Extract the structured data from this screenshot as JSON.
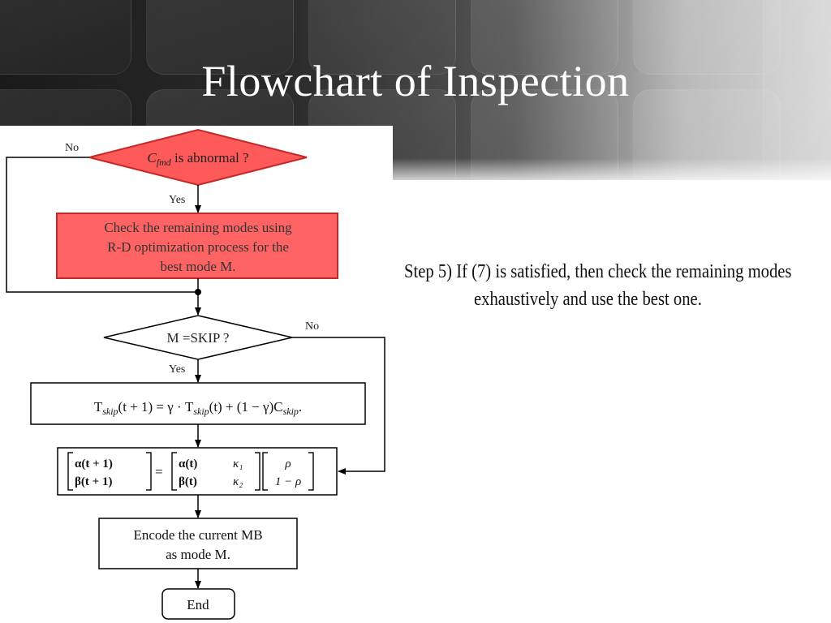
{
  "slide": {
    "title": "Flowchart of Inspection",
    "step_line1": "Step   5) If (7) is satisfied, then check the remaining modes",
    "step_line2": "exhaustively and use the best one."
  },
  "flowchart": {
    "decision1": {
      "var": "C",
      "sub": "fmd",
      "rest": " is abnormal ?"
    },
    "decision1_no": "No",
    "decision1_yes": "Yes",
    "process1": [
      "Check the remaining modes using",
      "R-D optimization process for the",
      "best mode M."
    ],
    "decision2": "M =SKIP ?",
    "decision2_no": "No",
    "decision2_yes": "Yes",
    "formula1": {
      "t1": "T",
      "s1": "skip",
      "r1": "(t + 1) = γ · T",
      "s2": "skip",
      "r2": "(t) + (1 − γ)C",
      "s3": "skip",
      "r3": "."
    },
    "matrix": {
      "lhs": [
        "α(t + 1)",
        "β(t + 1)"
      ],
      "eq": "=",
      "mid": [
        [
          "α(t)",
          "κ₁"
        ],
        [
          "β(t)",
          "κ₂"
        ]
      ],
      "rhs": [
        "ρ",
        "1 − ρ"
      ]
    },
    "process2": [
      "Encode the current MB",
      "as mode M."
    ],
    "end": "End"
  },
  "colors": {
    "decision1_fill": "#ff5a5a",
    "decision1_stroke": "#c62828",
    "process1_fill": "#ff6464",
    "process1_stroke": "#c62828",
    "title_text": "#ffffff"
  }
}
